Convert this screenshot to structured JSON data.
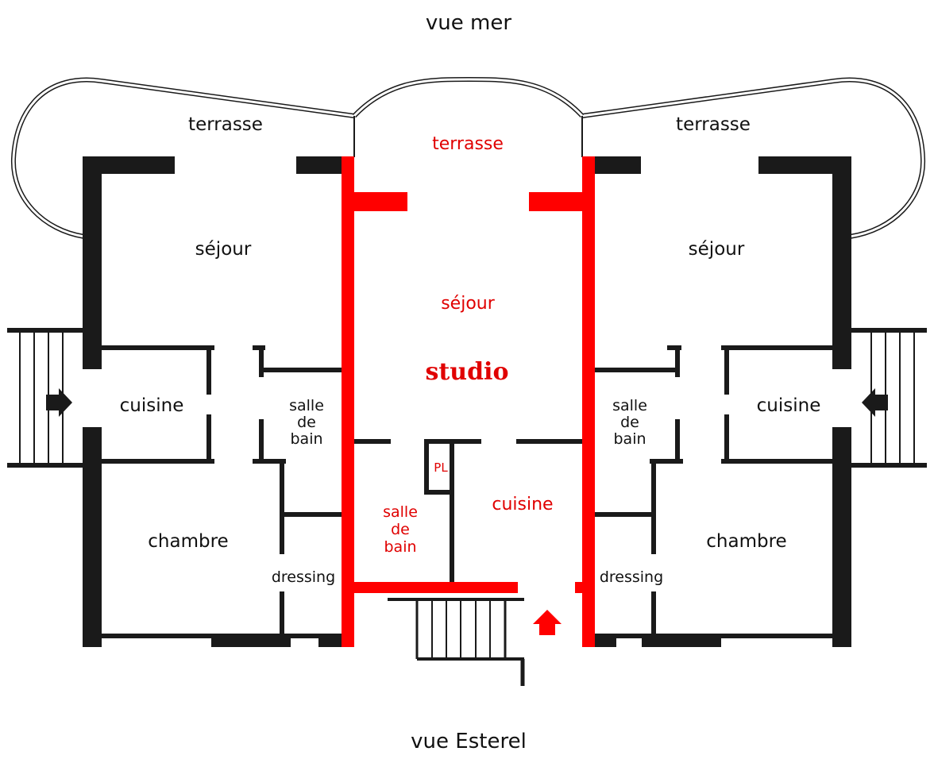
{
  "views": {
    "top": "vue mer",
    "bottom": "vue Esterel"
  },
  "left_unit": {
    "terrace": "terrasse",
    "living": "séjour",
    "kitchen": "cuisine",
    "bath_line1": "salle",
    "bath_line2": "de",
    "bath_line3": "bain",
    "bedroom": "chambre",
    "dressing": "dressing"
  },
  "studio": {
    "title": "studio",
    "terrace": "terrasse",
    "living": "séjour",
    "cupboard": "PL",
    "bath_line1": "salle",
    "bath_line2": "de",
    "bath_line3": "bain",
    "kitchen": "cuisine"
  },
  "right_unit": {
    "terrace": "terrasse",
    "living": "séjour",
    "kitchen": "cuisine",
    "bath_line1": "salle",
    "bath_line2": "de",
    "bath_line3": "bain",
    "bedroom": "chambre",
    "dressing": "dressing"
  },
  "colors": {
    "wall": "#1a1a1a",
    "highlight": "#ff0000",
    "label_highlight": "#e00000"
  }
}
